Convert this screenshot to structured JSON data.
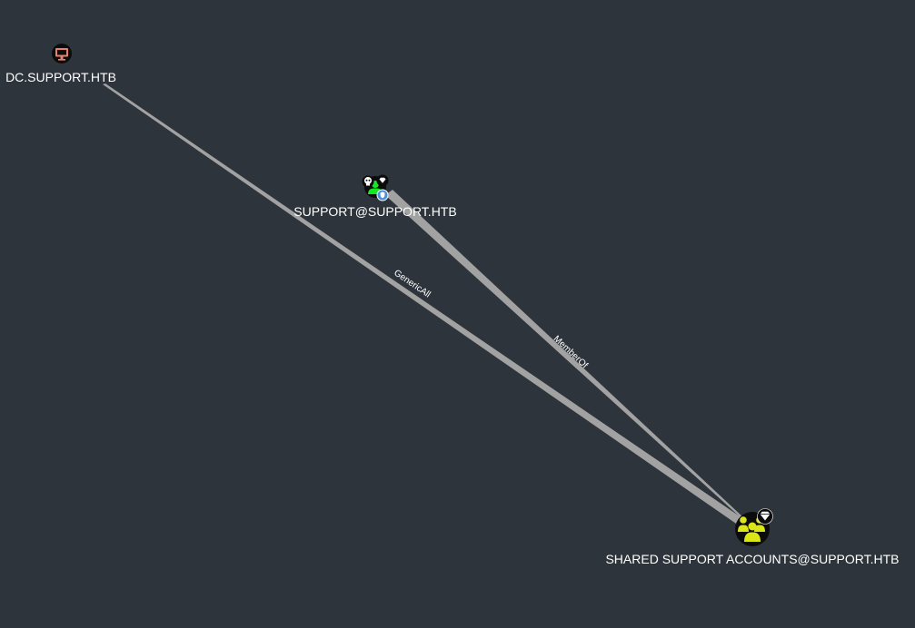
{
  "graph": {
    "nodes": {
      "dc": {
        "label": "DC.SUPPORT.HTB",
        "type": "computer",
        "icon": "monitor-icon",
        "icon_color": "#e8806f"
      },
      "support_user": {
        "label": "SUPPORT@SUPPORT.HTB",
        "type": "user",
        "icon": "user-icon",
        "icon_color": "#17e625",
        "badges": [
          "skull-icon",
          "diamond-icon",
          "shield-icon"
        ]
      },
      "shared_group": {
        "label": "SHARED SUPPORT ACCOUNTS@SUPPORT.HTB",
        "type": "group",
        "icon": "group-icon",
        "icon_color": "#dbe617",
        "badges": [
          "diamond-icon"
        ]
      }
    },
    "edges": {
      "generic_all": {
        "label": "GenericAll",
        "from": "SHARED SUPPORT ACCOUNTS@SUPPORT.HTB",
        "to": "DC.SUPPORT.HTB"
      },
      "member_of": {
        "label": "MemberOf",
        "from": "SUPPORT@SUPPORT.HTB",
        "to": "SHARED SUPPORT ACCOUNTS@SUPPORT.HTB"
      }
    },
    "colors": {
      "background": "#2e343b",
      "edge": "#a9a9a9",
      "label": "#ffffff"
    }
  }
}
